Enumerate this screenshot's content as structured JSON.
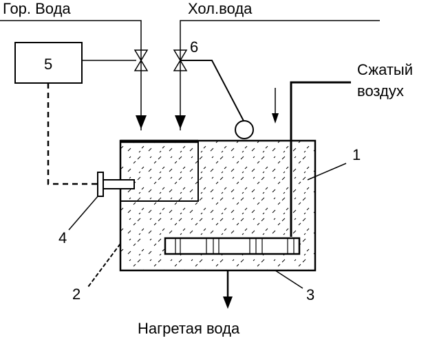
{
  "labels": {
    "hot_water": "Гор. Вода",
    "cold_water": "Хол.вода",
    "compressed_air_line1": "Сжатый",
    "compressed_air_line2": "воздух",
    "heated_water": "Нагретая вода"
  },
  "numbers": {
    "n1": "1",
    "n2": "2",
    "n3": "3",
    "n4": "4",
    "n5": "5",
    "n6": "6"
  },
  "colors": {
    "stroke": "#000000",
    "background": "#ffffff"
  }
}
